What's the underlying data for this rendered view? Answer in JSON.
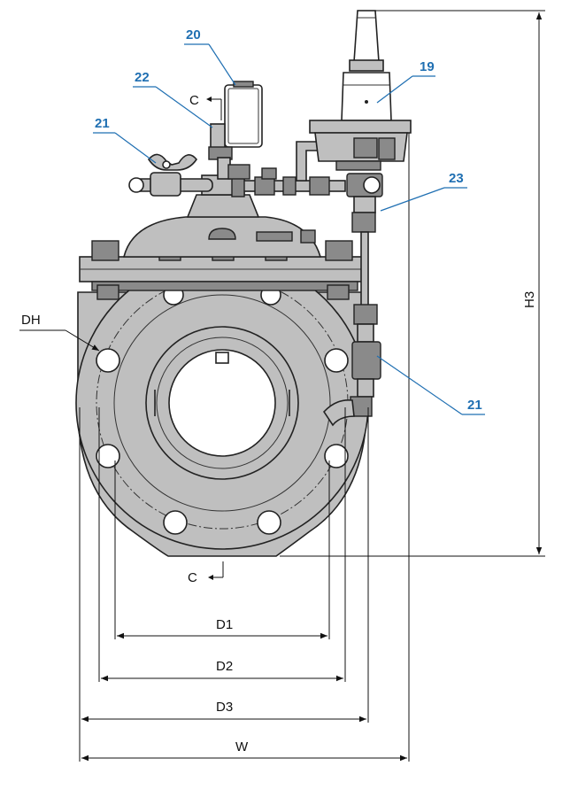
{
  "callouts": {
    "c20": "20",
    "c22": "22",
    "c21_left": "21",
    "c19": "19",
    "c23": "23",
    "c21_right": "21"
  },
  "section_marks": {
    "top": "C",
    "bottom": "C"
  },
  "dimensions": {
    "dh": "DH",
    "h3": "H3",
    "d1": "D1",
    "d2": "D2",
    "d3": "D3",
    "w": "W"
  },
  "colors": {
    "callout": "#1f6fb2",
    "body_fill": "#bfbfbf",
    "line": "#222222"
  }
}
